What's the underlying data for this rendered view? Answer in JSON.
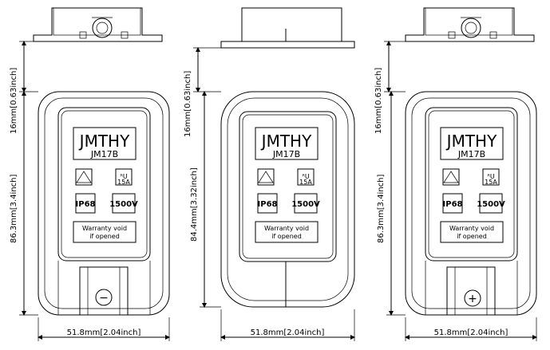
{
  "views": [
    {
      "id": "left",
      "polarity_symbol": "−",
      "dims": {
        "width": "51.8mm[2.04inch]",
        "height": "86.3mm[3.4inch]",
        "top": "16mm[0.63inch]"
      }
    },
    {
      "id": "middle",
      "polarity_symbol": "",
      "dims": {
        "width": "51.8mm[2.04inch]",
        "height": "84.4mm[3.32inch]",
        "top": "16mm[0.63inch]"
      }
    },
    {
      "id": "right",
      "polarity_symbol": "+",
      "dims": {
        "width": "51.8mm[2.04inch]",
        "height": "86.3mm[3.4inch]",
        "top": "16mm[0.63inch]"
      }
    }
  ],
  "label": {
    "brand": "JMTHY",
    "model": "JM17B",
    "ul_mark": "ᴿU",
    "ul_rating": "15A",
    "ip_rating": "IP68",
    "voltage": "1500V",
    "warranty_line1": "Warranty void",
    "warranty_line2": "if opened"
  },
  "colors": {
    "line": "#000000",
    "background": "#ffffff"
  }
}
